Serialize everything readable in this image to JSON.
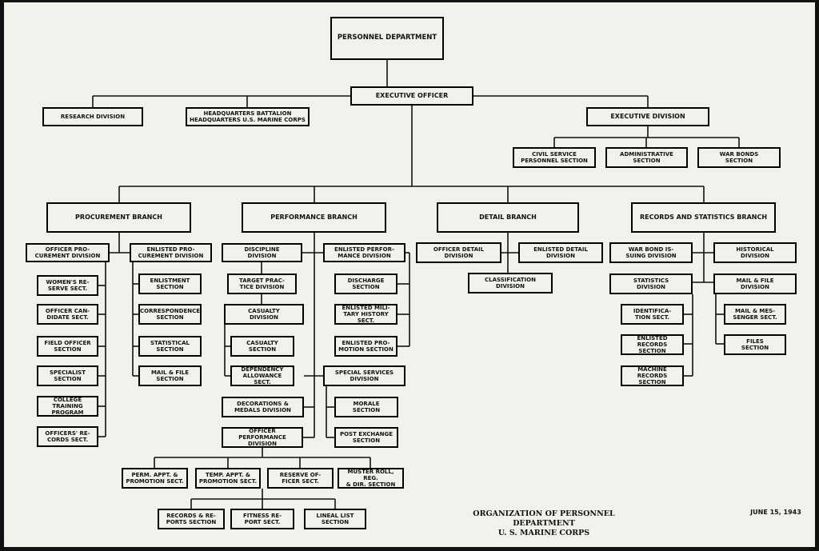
{
  "nodes": {
    "personnel_department": "PERSONNEL DEPARTMENT",
    "executive_officer": "EXECUTIVE OFFICER",
    "research_division": "RESEARCH DIVISION",
    "hq_battalion": "HEADQUARTERS BATTALION\nHEADQUARTERS U.S. MARINE CORPS",
    "executive_division": "EXECUTIVE DIVISION",
    "civil_service": "CIVIL SERVICE\nPERSONNEL SECTION",
    "administrative": "ADMINISTRATIVE\nSECTION",
    "war_bonds": "WAR BONDS\nSECTION",
    "procurement_branch": "PROCUREMENT BRANCH",
    "performance_branch": "PERFORMANCE BRANCH",
    "detail_branch": "DETAIL BRANCH",
    "records_branch": "RECORDS AND STATISTICS BRANCH",
    "officer_procurement": "OFFICER PRO-\nCUREMENT DIVISION",
    "enlisted_procurement": "ENLISTED PRO-\nCUREMENT DIVISION",
    "womens_reserve": "WOMEN'S RE-\nSERVE SECT.",
    "officer_candidate": "OFFICER CAN-\nDIDATE SECT.",
    "field_officer": "FIELD OFFICER\nSECTION",
    "specialist": "SPECIALIST\nSECTION",
    "college_training": "COLLEGE\nTRAINING PROGRAM",
    "officers_records": "OFFICERS' RE-\nCORDS SECT.",
    "enlistment": "ENLISTMENT\nSECTION",
    "correspondence": "CORRESPONDENCE\nSECTION",
    "statistical": "STATISTICAL\nSECTION",
    "mail_file_proc": "MAIL & FILE\nSECTION",
    "discipline": "DISCIPLINE\nDIVISION",
    "enlisted_performance": "ENLISTED PERFOR-\nMANCE DIVISION",
    "target_practice": "TARGET PRAC-\nTICE DIVISION",
    "casualty_division": "CASUALTY\nDIVISION",
    "casualty_section": "CASUALTY\nSECTION",
    "dependency": "DEPENDENCY\nALLOWANCE SECT.",
    "decorations": "DECORATIONS &\nMEDALS DIVISION",
    "officer_performance": "OFFICER PERFORMANCE\nDIVISION",
    "discharge": "DISCHARGE\nSECTION",
    "military_history": "ENLISTED MILI-\nTARY HISTORY SECT.",
    "enlisted_promotion": "ENLISTED PRO-\nMOTION SECTION",
    "special_services": "SPECIAL SERVICES\nDIVISION",
    "morale": "MORALE\nSECTION",
    "post_exchange": "POST EXCHANGE\nSECTION",
    "perm_appt": "PERM. APPT. &\nPROMOTION SECT.",
    "temp_appt": "TEMP. APPT. &\nPROMOTION SECT.",
    "reserve_officer": "RESERVE OF-\nFICER SECT.",
    "muster_roll": "MUSTER ROLL, REG.\n& DIR. SECTION",
    "records_reports": "RECORDS & RE-\nPORTS SECTION",
    "fitness_report": "FITNESS RE-\nPORT SECT.",
    "lineal_list": "LINEAL LIST\nSECTION",
    "officer_detail": "OFFICER DETAIL\nDIVISION",
    "enlisted_detail": "ENLISTED DETAIL\nDIVISION",
    "classification": "CLASSIFICATION\nDIVISION",
    "war_bond_issuing": "WAR BOND IS-\nSUING DIVISION",
    "historical": "HISTORICAL\nDIVISION",
    "statistics_division": "STATISTICS\nDIVISION",
    "mail_file_division": "MAIL & FILE\nDIVISION",
    "identification": "IDENTIFICA-\nTION SECT.",
    "enlisted_records": "ENLISTED RECORDS\nSECTION",
    "machine_records": "MACHINE RECORDS\nSECTION",
    "mail_messenger": "MAIL & MES-\nSENGER SECT.",
    "files_section": "FILES\nSECTION"
  },
  "caption": {
    "title": "ORGANIZATION OF PERSONNEL DEPARTMENT\nU. S. MARINE CORPS",
    "date": "JUNE 15, 1943"
  },
  "colors": {
    "paper": "#f3f1ec",
    "ink": "#111111",
    "frame": "#111111"
  }
}
